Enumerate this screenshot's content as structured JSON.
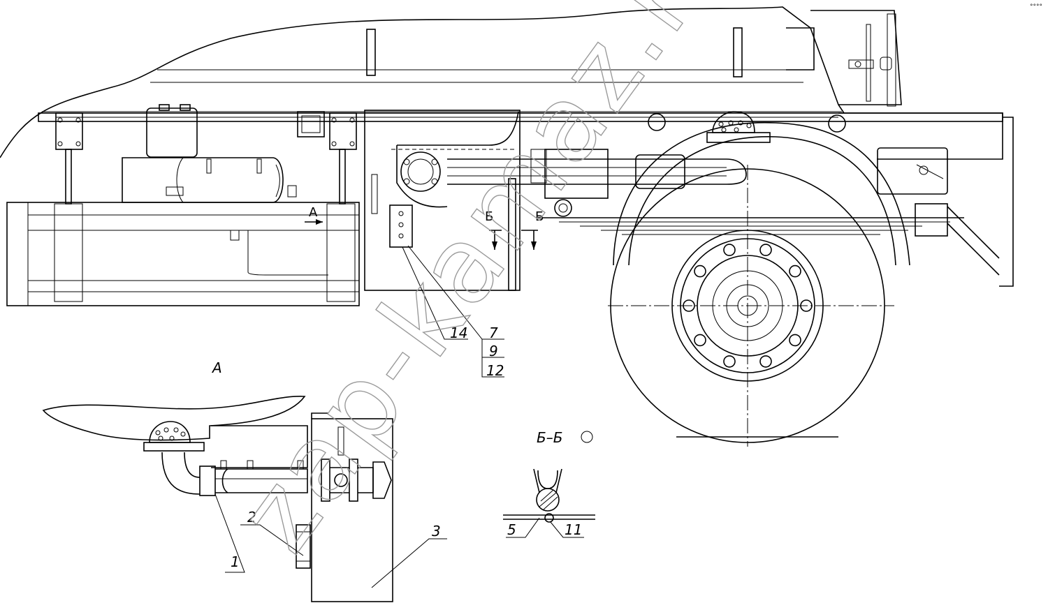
{
  "watermark": "zap-kamaz.ru",
  "view_labels": {
    "view_a": "А",
    "arrow_a": "А",
    "section_b_left": "Б",
    "section_b_right": "Б",
    "section_title": "Б–Б"
  },
  "callouts": {
    "c1": "1",
    "c2": "2",
    "c3": "3",
    "c5": "5",
    "c7": "7",
    "c9": "9",
    "c11": "11",
    "c12": "12",
    "c14": "14"
  },
  "corner_mark": "°°°°"
}
